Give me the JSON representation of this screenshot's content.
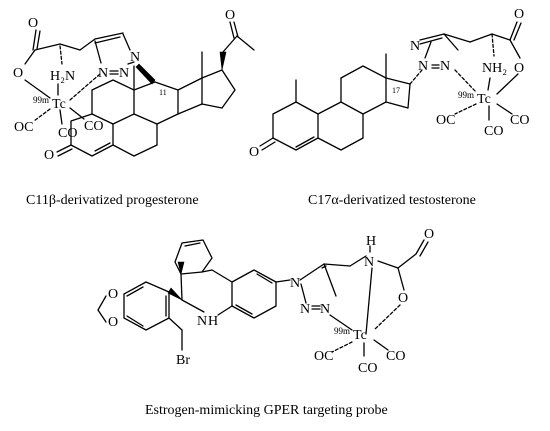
{
  "captions": {
    "c11": "C11β-derivatized progesterone",
    "c17": "C17α-derivatized testosterone",
    "gper": "Estrogen-mimicking GPER targeting probe"
  },
  "atoms": {
    "O": "O",
    "N": "N",
    "H": "H",
    "H2N": "H₂N",
    "NH2": "NH₂",
    "NH": "N",
    "Tc": "Tc",
    "iso": "99m",
    "CO": "CO",
    "OC": "OC",
    "Br": "Br",
    "pos11": "11",
    "pos17": "17"
  }
}
